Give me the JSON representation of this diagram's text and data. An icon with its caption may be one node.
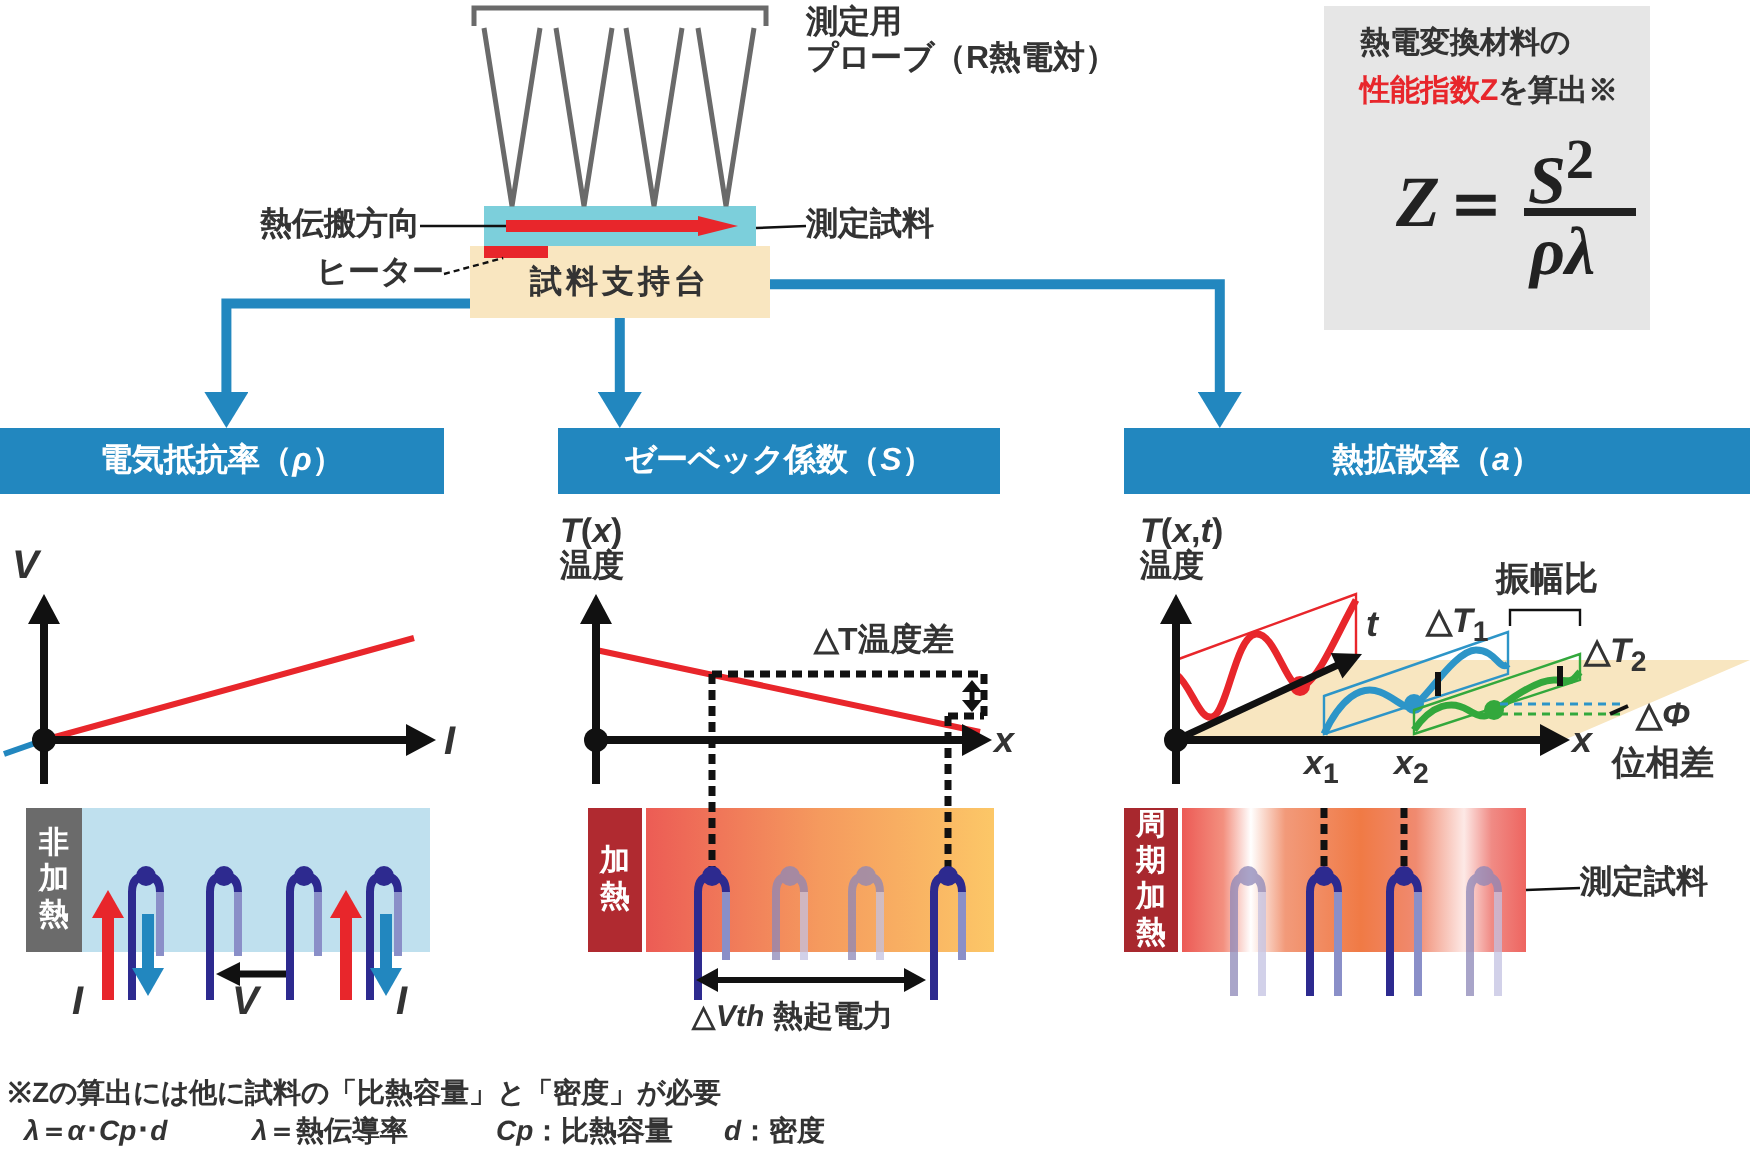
{
  "diagram": {
    "nodes": [
      {
        "text": [
          "試料支持台"
        ]
      },
      {
        "text": [],
        "shape": "bar"
      },
      {
        "text": [],
        "shape": "arrow",
        "in": 1
      },
      {
        "text": [],
        "shape": "bar",
        "in": 0
      },
      {
        "text": [
          "熱伝搬方向"
        ]
      },
      {
        "text": [
          "測定試料"
        ]
      },
      {
        "text": [
          "ヒーター"
        ]
      },
      {
        "text": [
          "電気抵抗率（*ρ*）"
        ]
      },
      {
        "text": [
          "ゼーベック係数（*S*）"
        ]
      },
      {
        "text": [
          "熱拡散率（*a*）"
        ]
      },
      {
        "text": [
          "熱電変換材料の",
          "**性能指数Z**を算出※",
          "*Z*＝",
          "*S*$^{2}$",
          "*ρλ*"
        ]
      },
      {
        "text": [
          "非加熱"
        ]
      },
      {
        "text": [
          "加熱"
        ]
      },
      {
        "text": [
          "周期加熱"
        ]
      },
      {
        "text": [],
        "shape": "bar"
      },
      {
        "text": [
          "測定試料"
        ]
      }
    ],
    "edges": [
      {
        "from": 0,
        "to": 7,
        "arrow": "to",
        "style": "thick",
        "color": "#2287bf"
      },
      {
        "from": 0,
        "to": 8,
        "arrow": "to",
        "style": "thick",
        "color": "#2287bf"
      },
      {
        "from": 0,
        "to": 9,
        "arrow": "to",
        "style": "thick",
        "color": "#2287bf"
      },
      {
        "from": 4,
        "to": 2,
        "arrow": "none",
        "color": "#111111"
      },
      {
        "from": 5,
        "to": 1,
        "arrow": "none",
        "color": "#111111"
      },
      {
        "from": 6,
        "to": 3,
        "arrow": "none",
        "style": "dashed",
        "color": "#111111"
      },
      {
        "from": 15,
        "to": 14,
        "arrow": "none",
        "color": "#111111"
      }
    ],
    "labels": [
      "測定用",
      "プローブ（R熱電対）",
      "*V*",
      "*I*",
      "*I*",
      "*V*",
      "*I*",
      "*T*(*x*)",
      "温度",
      "△T温度差",
      "*x*",
      "△*Vth* 熱起電力",
      "*T*(*x*,*t*)",
      "温度",
      "振幅比",
      "*t*",
      "△*T*$_{1}$",
      "△*T*$_{2}$",
      "△*Φ*",
      "*x*$_{1}$",
      "*x*$_{2}$",
      "*x*",
      "位相差",
      "※Zの算出には他に試料の「比熱容量」と「密度」が必要",
      "*λ*＝*α*･*Cp*･*d*",
      "*λ*＝熱伝導率",
      "*Cp*：比熱容量",
      "*d*：密度"
    ]
  }
}
